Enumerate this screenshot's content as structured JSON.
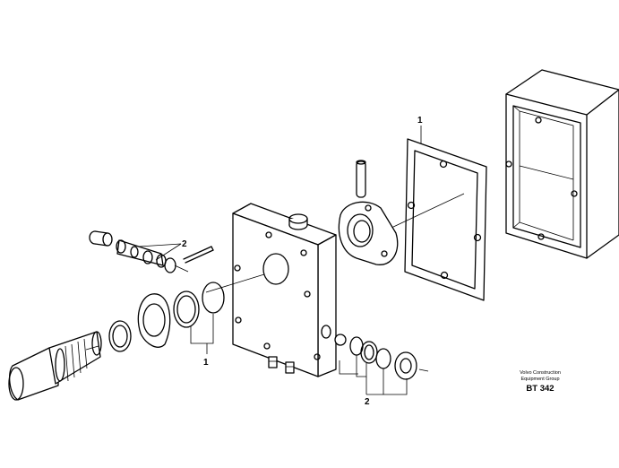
{
  "callouts": {
    "cover_gasket": "1",
    "pin_assembly": "2",
    "o_rings_left": "1",
    "seals_right": "2"
  },
  "caption": {
    "company_line1": "Volvo Construction",
    "company_line2": "Equipment Group",
    "code": "BT 342"
  }
}
